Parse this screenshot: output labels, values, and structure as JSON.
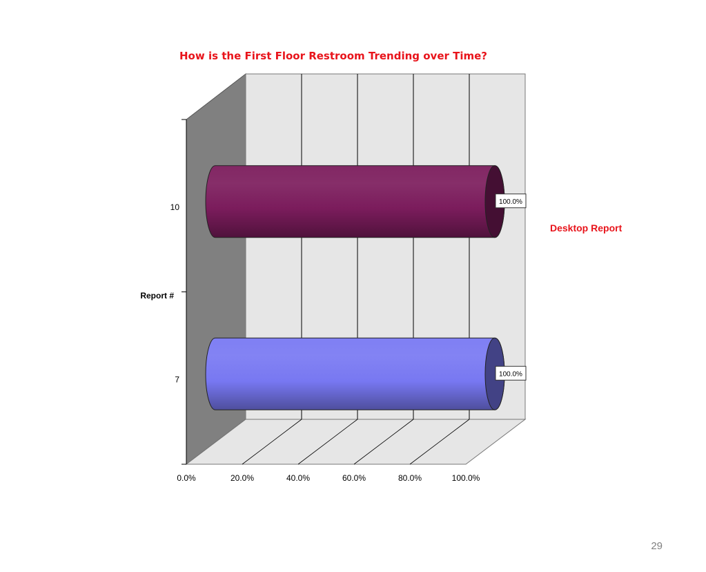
{
  "slide": {
    "side_label": "Desktop Report",
    "page_number": "29"
  },
  "chart_data": {
    "type": "bar",
    "orientation": "horizontal",
    "three_d": true,
    "bar_shape": "cylinder",
    "title": "How is the First Floor Restroom Trending over Time?",
    "xlabel": "",
    "ylabel": "Report #",
    "categories": [
      "10",
      "7"
    ],
    "series": [
      {
        "values": [
          100,
          100
        ]
      }
    ],
    "bar_colors": [
      "#7b1c5c",
      "#7878f2"
    ],
    "data_labels": [
      "100.0%",
      "100.0%"
    ],
    "xlim": [
      0,
      100
    ],
    "x_ticks": [
      "0.0%",
      "20.0%",
      "40.0%",
      "60.0%",
      "80.0%",
      "100.0%"
    ],
    "grid": true,
    "legend": "none"
  }
}
